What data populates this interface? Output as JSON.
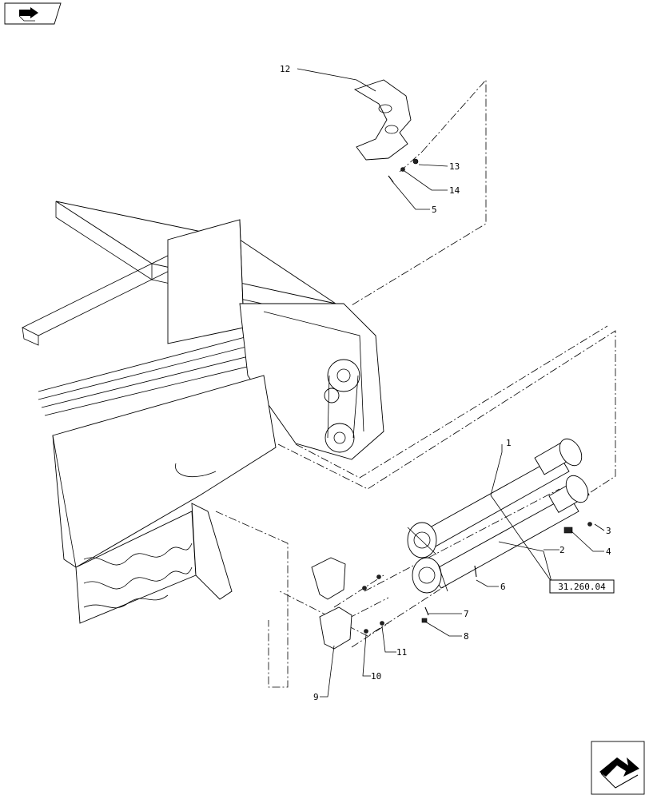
{
  "icons": {
    "top_left": "page-flip-arrow-icon",
    "bottom_right": "next-page-arrow-icon"
  },
  "callouts": [
    "1",
    "2",
    "3",
    "4",
    "5",
    "6",
    "7",
    "8",
    "9",
    "10",
    "11",
    "12",
    "13",
    "14"
  ],
  "reference": "31.260.04"
}
